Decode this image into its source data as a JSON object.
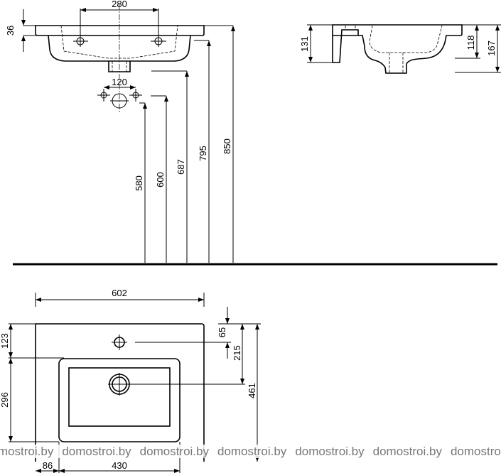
{
  "front_view": {
    "dim_280": "280",
    "dim_36": "36",
    "dim_120": "120",
    "dim_580": "580",
    "dim_600": "600",
    "dim_687": "687",
    "dim_795": "795",
    "dim_850": "850"
  },
  "side_view": {
    "dim_131": "131",
    "dim_118": "118",
    "dim_167": "167"
  },
  "plan_view": {
    "dim_602": "602",
    "dim_123": "123",
    "dim_296": "296",
    "dim_65": "65",
    "dim_215": "215",
    "dim_461": "461",
    "dim_86": "86",
    "dim_430": "430"
  },
  "watermark": [
    "domostroi.by",
    "domostroi.by",
    "domostroi.by",
    "domostroi.by",
    "domostroi.by",
    "domostroi.by",
    "domostroi.by"
  ]
}
